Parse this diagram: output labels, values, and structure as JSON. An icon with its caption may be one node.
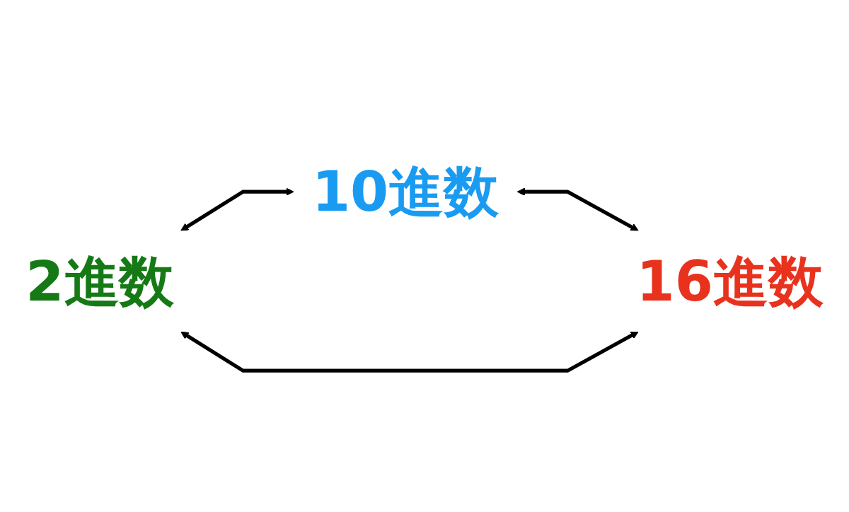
{
  "diagram": {
    "nodes": [
      {
        "text": [
          "10進数"
        ]
      },
      {
        "text": [
          "2進数"
        ]
      },
      {
        "text": [
          "16進数"
        ]
      }
    ],
    "edges": [
      {
        "from": 1,
        "to": 0,
        "arrow": "both"
      },
      {
        "from": 0,
        "to": 2,
        "arrow": "both"
      },
      {
        "from": 1,
        "to": 2,
        "arrow": "both"
      }
    ]
  }
}
